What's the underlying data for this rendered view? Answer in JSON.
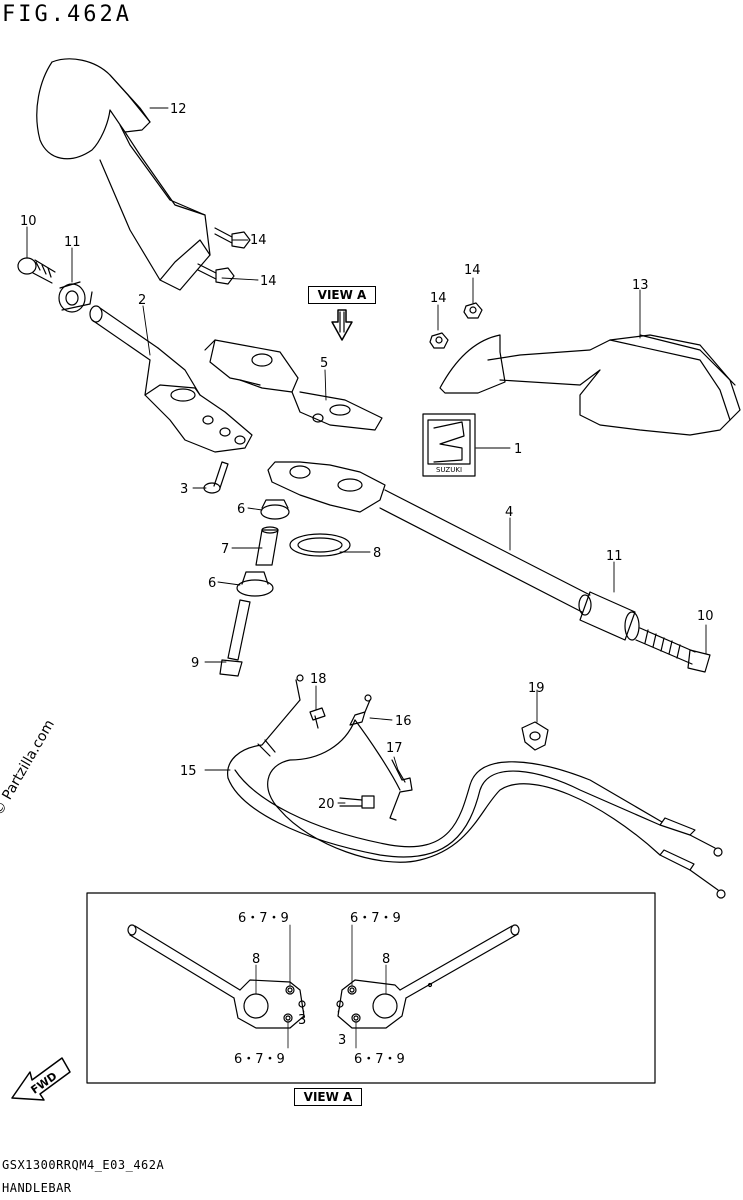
{
  "figure": {
    "title": "FIG.462A",
    "code": "GSX1300RRQM4_E03_462A",
    "name": "HANDLEBAR",
    "watermark": "© Partzilla.com"
  },
  "labels": {
    "view_a_top": "VIEW A",
    "view_a_bottom": "VIEW A",
    "fwd": "FWD",
    "logo_text": "SUZUKI"
  },
  "callouts": [
    "1",
    "2",
    "3",
    "4",
    "5",
    "6",
    "6",
    "7",
    "8",
    "9",
    "10",
    "10",
    "11",
    "11",
    "12",
    "13",
    "14",
    "14",
    "14",
    "14",
    "15",
    "16",
    "17",
    "18",
    "19",
    "20"
  ],
  "inset_callouts": [
    "6・7・9",
    "6・7・9",
    "6・7・9",
    "6・7・9",
    "8",
    "8",
    "3",
    "3"
  ]
}
